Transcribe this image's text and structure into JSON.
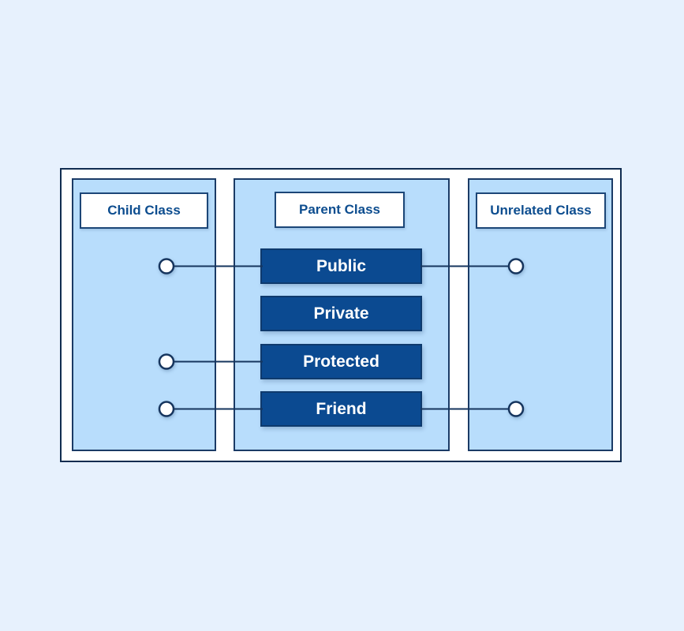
{
  "diagram": {
    "type": "access-specifier-diagram",
    "columns": [
      {
        "id": "child",
        "title": "Child Class"
      },
      {
        "id": "parent",
        "title": "Parent Class"
      },
      {
        "id": "unrelated",
        "title": "Unrelated Class"
      }
    ],
    "specifiers": [
      {
        "label": "Public",
        "accessible_from": [
          "child",
          "unrelated"
        ]
      },
      {
        "label": "Private",
        "accessible_from": []
      },
      {
        "label": "Protected",
        "accessible_from": [
          "child"
        ]
      },
      {
        "label": "Friend",
        "accessible_from": [
          "child",
          "unrelated"
        ]
      }
    ],
    "colors": {
      "page_background": "#e7f1fd",
      "frame_background": "#ffffff",
      "frame_border": "#102c50",
      "panel_background": "#b8ddfc",
      "panel_border": "#1b3b66",
      "bar_background": "#0b4a91",
      "bar_border": "#0e3a6d",
      "bar_text": "#ffffff",
      "label_text": "#0d4d8f",
      "connector": "#16355e",
      "port_fill": "#ffffff"
    }
  }
}
